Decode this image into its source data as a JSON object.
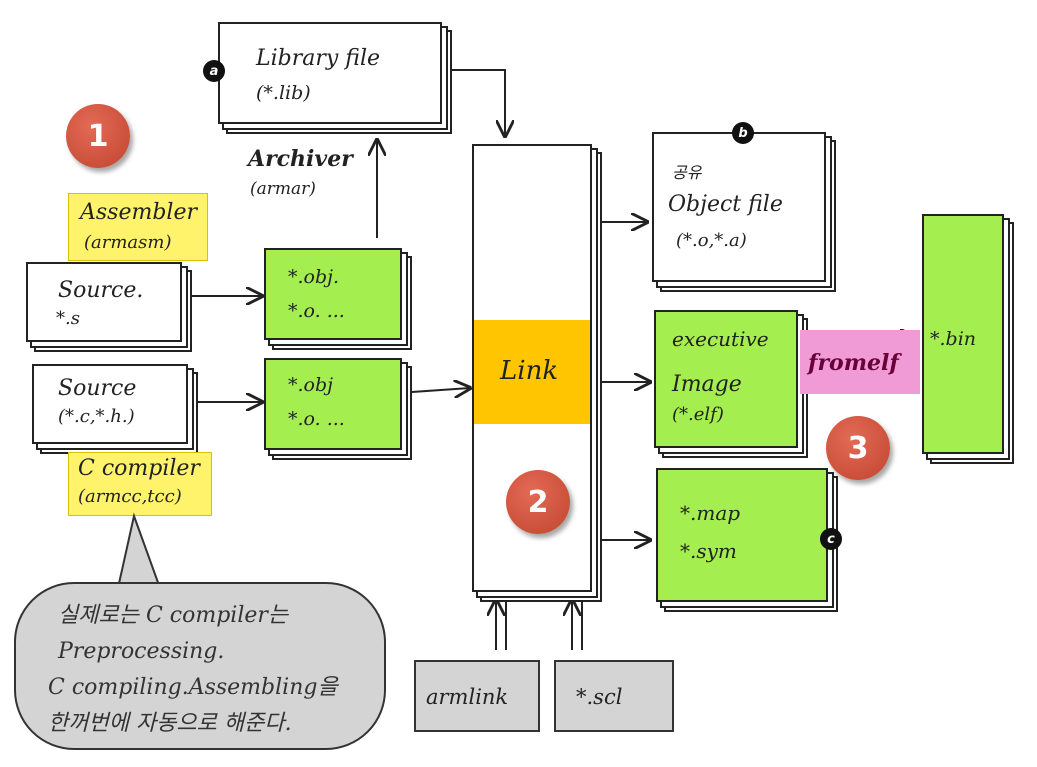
{
  "badges": {
    "one": "1",
    "two": "2",
    "three": "3"
  },
  "markers": {
    "a": "a",
    "b": "b",
    "c": "c"
  },
  "library": {
    "line1": "Library file",
    "line2": "(*.lib)"
  },
  "archiver": {
    "name": "Archiver",
    "cmd": "(armar)"
  },
  "assembler": {
    "name": "Assembler",
    "cmd": "(armasm)"
  },
  "source_asm": {
    "line1": "Source.",
    "line2": "*.s"
  },
  "source_c": {
    "line1": "Source",
    "line2": "(*.c,*.h.)"
  },
  "compiler": {
    "name": "C compiler",
    "cmd": "(armcc,tcc)"
  },
  "obj_top": {
    "line1": "*.obj.",
    "line2": "*.o. ..."
  },
  "obj_bottom": {
    "line1": "*.obj",
    "line2": "*.o. ..."
  },
  "link": {
    "label": "Link"
  },
  "object_file": {
    "line0": "공유",
    "line1": "Object file",
    "line2": "(*.o,*.a)"
  },
  "executive": {
    "line1": "executive",
    "line2": "Image",
    "line3": "(*.elf)"
  },
  "fromelf": {
    "label": "fromelf"
  },
  "bin": {
    "label": "*.bin"
  },
  "map": {
    "line1": "*.map",
    "line2": "*.sym"
  },
  "armlink": {
    "label": "armlink"
  },
  "scl": {
    "label": "*.scl"
  },
  "note": {
    "line1": "실제로는 C compiler는",
    "line2": "Preprocessing.",
    "line3": "C compiling.Assembling을",
    "line4": "한꺼번에 자동으로 해준다."
  },
  "colors": {
    "green": "#a4ef4f",
    "orange": "#ffc600",
    "pink": "#f09bd6",
    "yellow": "#fff36b",
    "gray": "#d4d4d4",
    "badge": "#c9503a"
  }
}
